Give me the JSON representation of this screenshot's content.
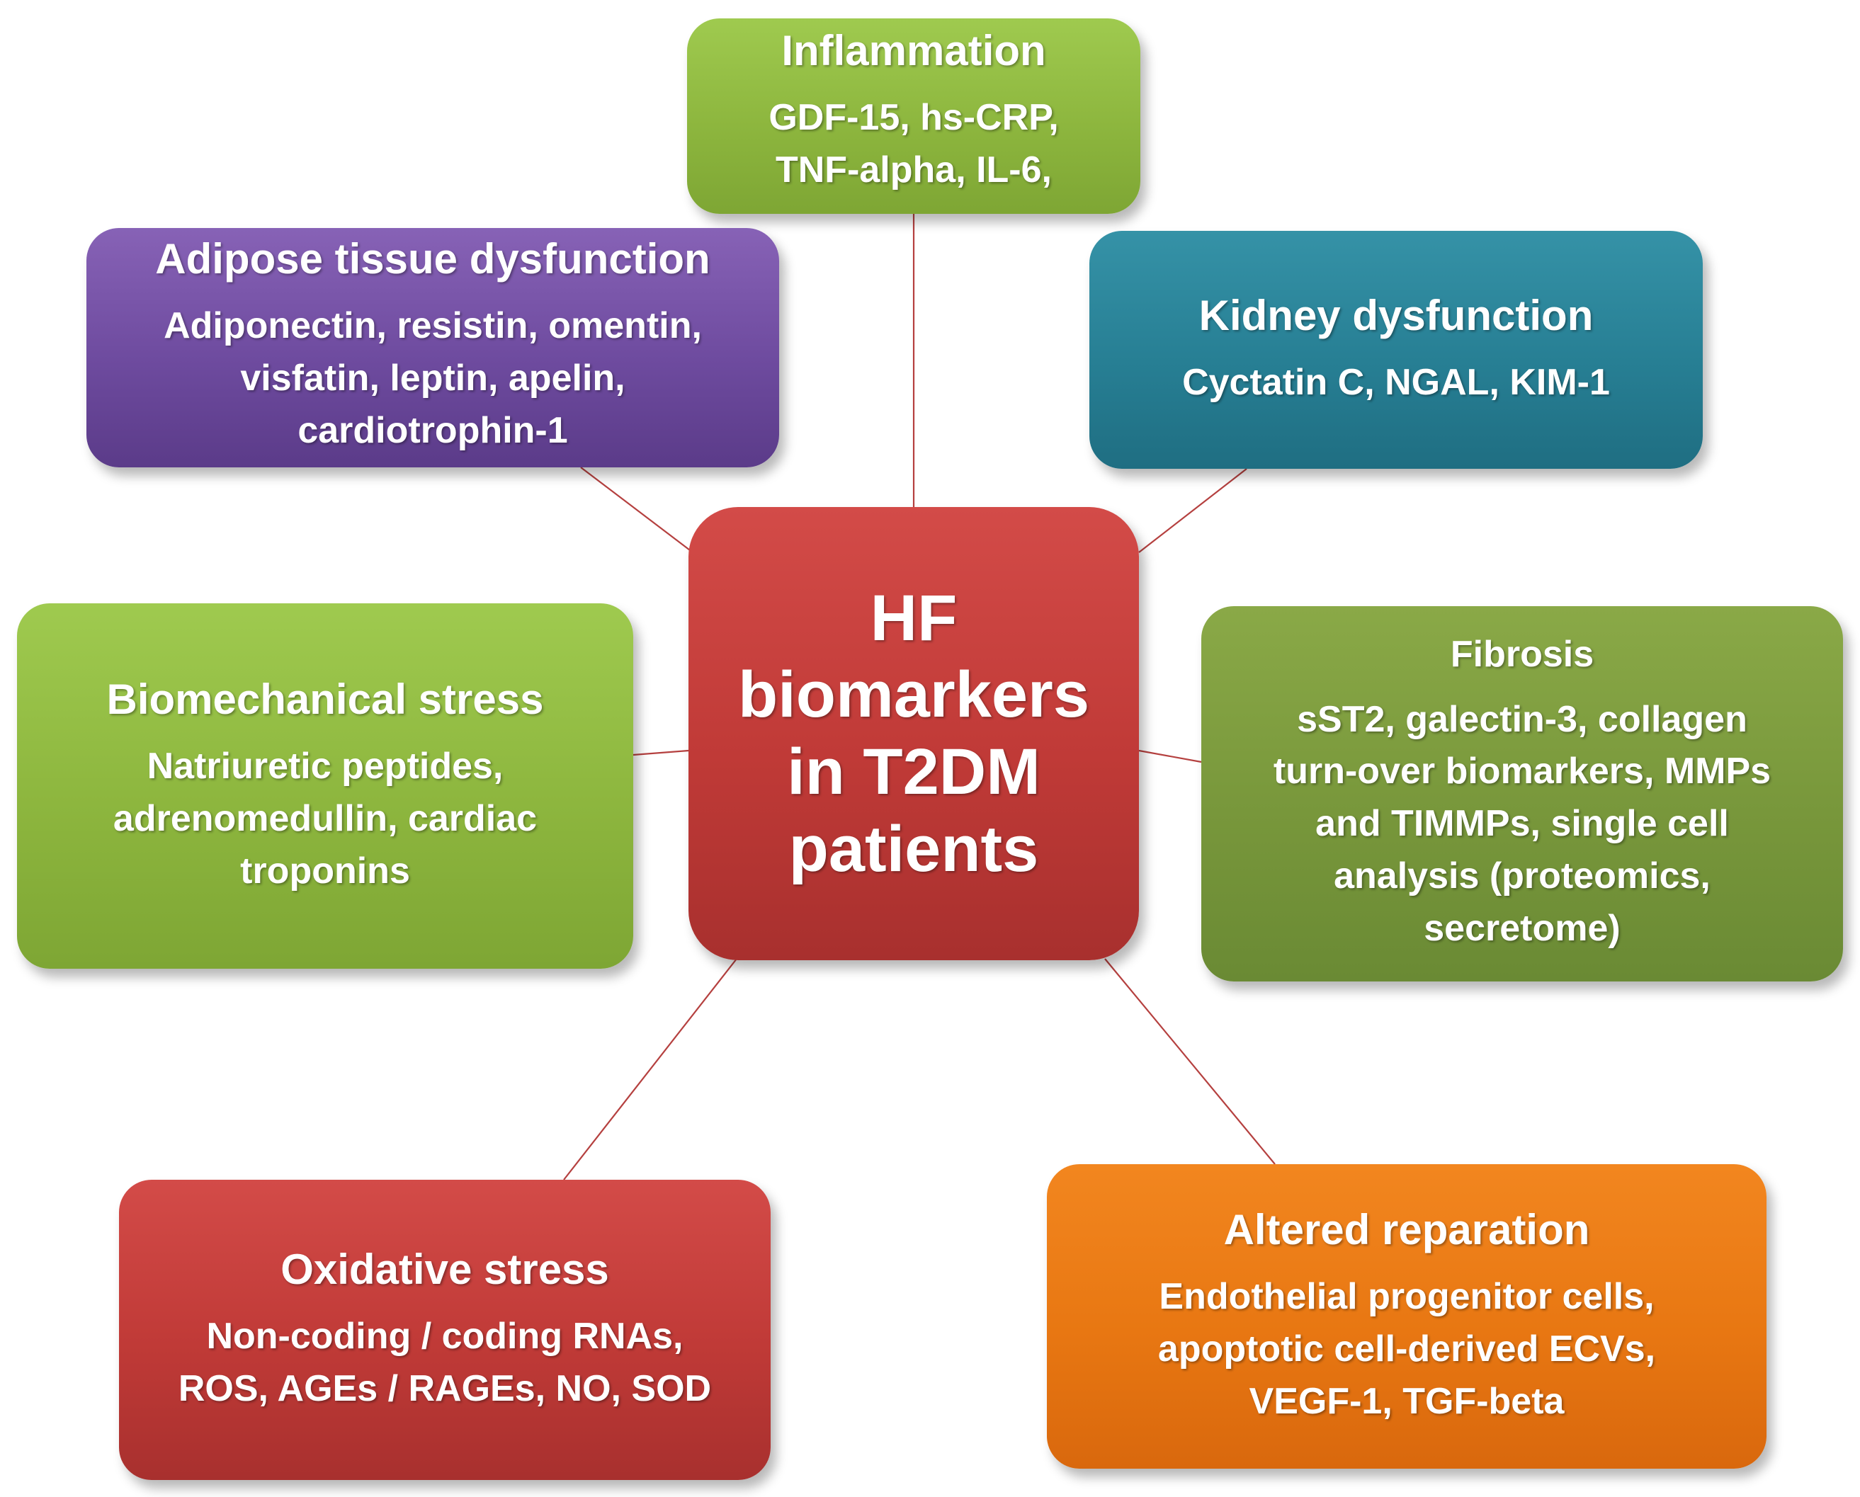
{
  "center": {
    "text": "HF\nbiomarkers\nin T2DM\npatients"
  },
  "boxes": {
    "inflammation": {
      "title": "Inflammation",
      "body": "GDF-15, hs-CRP,\nTNF-alpha,  IL-6,"
    },
    "adipose": {
      "title": "Adipose tissue dysfunction",
      "body": "Adiponectin,  resistin,  omentin,\nvisfatin,  leptin,  apelin,\ncardiotrophin-1"
    },
    "kidney": {
      "title": "Kidney dysfunction",
      "body": "Cyctatin C, NGAL, KIM-1"
    },
    "biomechanical": {
      "title": "Biomechanical stress",
      "body": "Natriuretic  peptides,\nadrenomedullin,  cardiac\ntroponins"
    },
    "fibrosis": {
      "title": "Fibrosis",
      "body": "sST2,  galectin-3,  collagen\nturn-over  biomarkers,  MMPs\nand  TIMMPs,  single  cell\nanalysis  (proteomics,\nsecretome)"
    },
    "oxidative": {
      "title": "Oxidative stress",
      "body": "Non-coding  / coding RNAs,\nROS,  AGEs / RAGEs,  NO,  SOD"
    },
    "reparation": {
      "title": "Altered reparation",
      "body": "Endothelial  progenitor  cells,\napoptotic  cell-derived  ECVs,\nVEGF-1,  TGF-beta"
    }
  },
  "colors": {
    "green": "#8db63e",
    "purple": "#6e4b9f",
    "teal": "#277f94",
    "olive": "#78973b",
    "red": "#c03a37",
    "orange": "#e87712",
    "connector": "#b5403f"
  }
}
